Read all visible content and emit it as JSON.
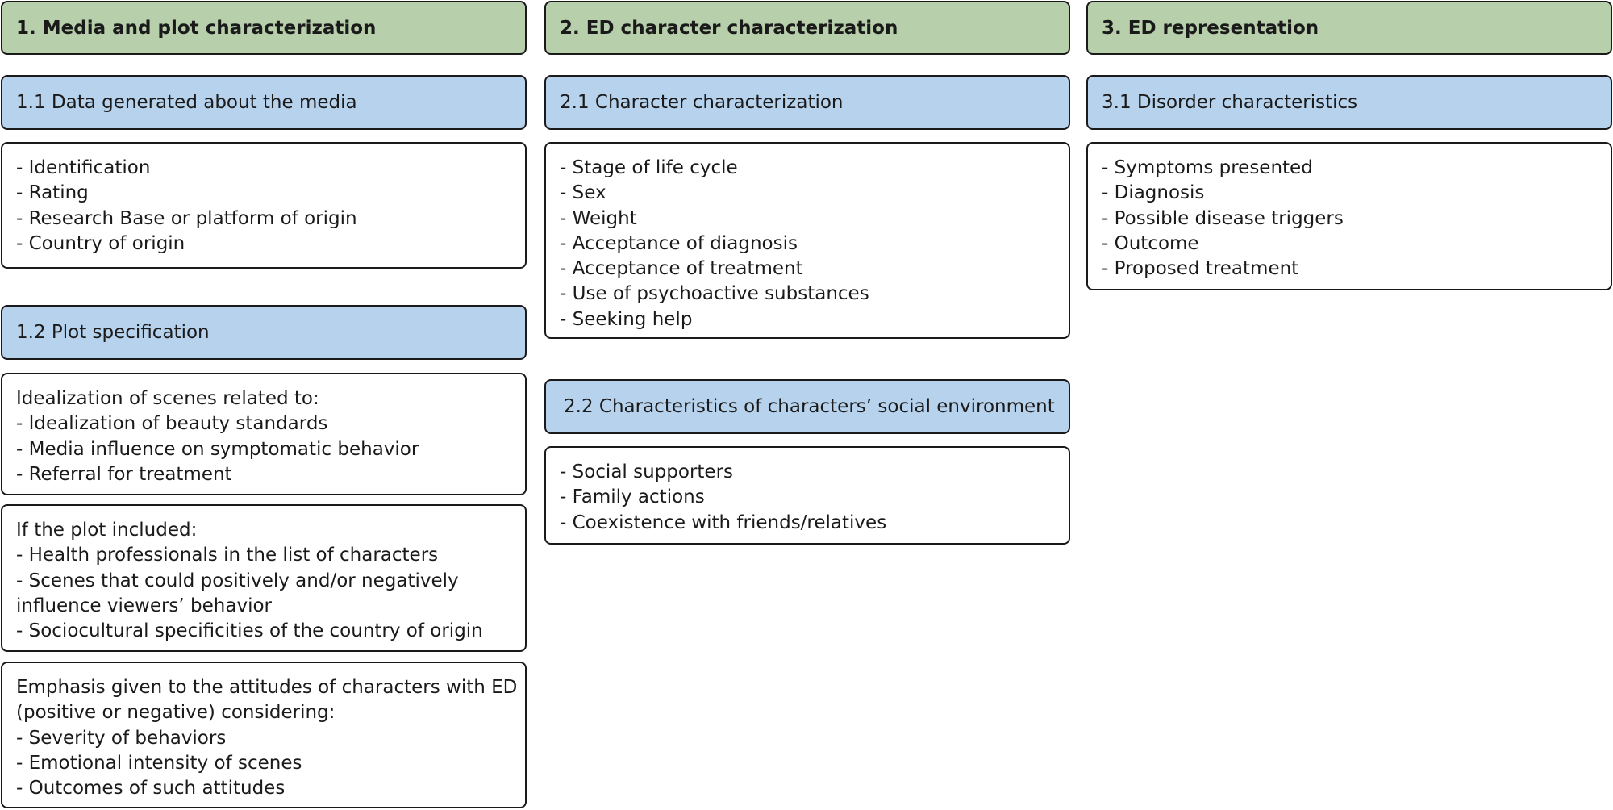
{
  "col1": {
    "header": "1. Media and plot characterization",
    "sub1": "1.1 Data generated about the media",
    "sub1_items": [
      "- Identification",
      "- Rating",
      "- Research Base or platform of origin",
      "- Country of origin"
    ],
    "sub2": "1.2 Plot specification",
    "box_a": [
      "Idealization of scenes related to:",
      "- Idealization of beauty standards",
      "- Media influence on symptomatic behavior",
      "- Referral for treatment"
    ],
    "box_b": [
      "If the plot included:",
      "- Health professionals in the list of characters",
      "- Scenes that could positively and/or negatively",
      "influence viewers’ behavior",
      "- Sociocultural specificities of the country of origin"
    ],
    "box_c": [
      "Emphasis given to the attitudes of characters with ED",
      "(positive or negative) considering:",
      "- Severity of behaviors",
      "- Emotional intensity of scenes",
      "- Outcomes of such attitudes"
    ]
  },
  "col2": {
    "header": "2. ED character characterization",
    "sub1": "2.1 Character characterization",
    "sub1_items": [
      "- Stage of life cycle",
      "- Sex",
      "- Weight",
      "- Acceptance of diagnosis",
      "- Acceptance of treatment",
      "- Use of psychoactive substances",
      "- Seeking help"
    ],
    "sub2": "2.2 Characteristics of characters’ social environment",
    "sub2_items": [
      "- Social supporters",
      "- Family actions",
      "- Coexistence with friends/relatives"
    ]
  },
  "col3": {
    "header": "3. ED representation",
    "sub1": "3.1 Disorder characteristics",
    "sub1_items": [
      "- Symptoms presented",
      "- Diagnosis",
      "- Possible disease triggers",
      "- Outcome",
      "- Proposed treatment"
    ]
  },
  "colors": {
    "header_green": "#b7cfaa",
    "sub_blue": "#b7d2ec",
    "border": "#1a1a1a"
  }
}
